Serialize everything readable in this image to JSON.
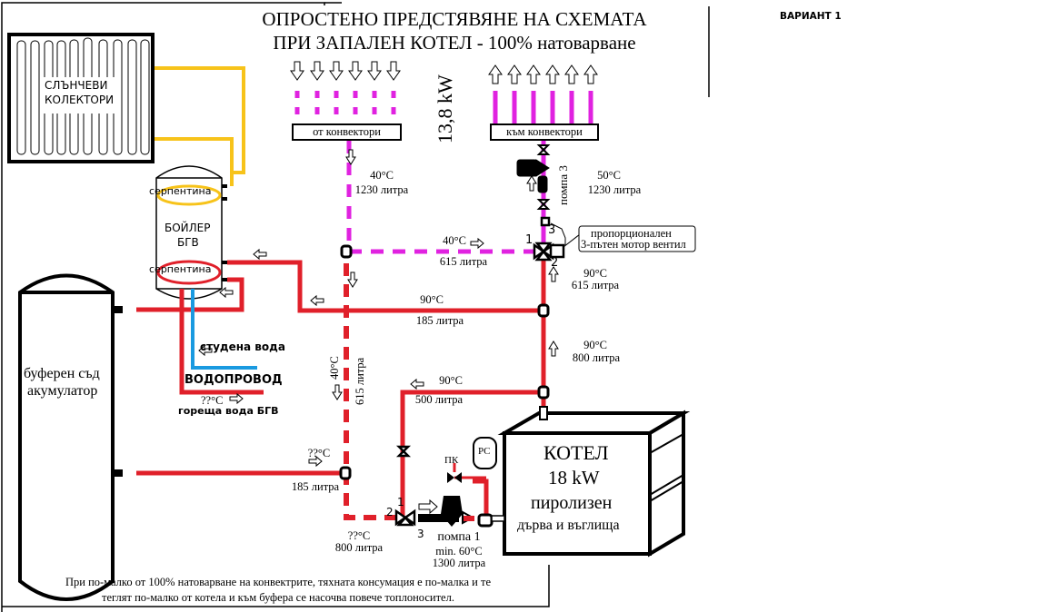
{
  "title": {
    "line1": "ОПРОСТЕНО ПРЕДСТЯВЯНЕ НА СХЕМАТА",
    "line2": "ПРИ ЗАПАЛЕН КОТЕЛ - 100% натоварване"
  },
  "variant": "ВАРИАНТ 1",
  "colors": {
    "hot_pipe": "#e0202a",
    "convector_pipe": "#e022e0",
    "solar_pipe": "#f7c31a",
    "cold_water": "#1a9ae0",
    "outline": "#000000"
  },
  "components": {
    "solar_collectors": {
      "line1": "СЛЪНЧЕВИ",
      "line2": "КОЛЕКТОРИ"
    },
    "boiler": {
      "line1": "БОЙЛЕР",
      "line2": "БГВ",
      "coil_top": "серпентина",
      "coil_bottom": "серпентина"
    },
    "buffer": {
      "line1": "буферен съд",
      "line2": "акумулатор"
    },
    "kotel": {
      "line1": "КОТЕЛ",
      "line2": "18 kW",
      "line3": "пиролизен",
      "line4": "дърва и въглища"
    },
    "from_convectors": "от конвектори",
    "to_convectors": "към конвектори",
    "power": "13,8 kW",
    "pump3": "помпа 3",
    "valve_label": {
      "line1": "пропорционален",
      "line2": "3-пътен мотор вентил"
    },
    "pc": "PC",
    "pk": "ПК",
    "pump1": {
      "line1": "помпа 1",
      "line2": "min. 60°C",
      "line3": "1300 литра"
    }
  },
  "water": {
    "cold": "студена вода",
    "mains": "ВОДОПРОВОД",
    "hot_temp": "??°C",
    "hot": "гореща вода БГВ"
  },
  "flows": {
    "return_conv": {
      "temp": "40°C",
      "volume": "1230 литра"
    },
    "supply_conv": {
      "temp": "50°C",
      "volume": "1230 литра"
    },
    "bypass": {
      "temp": "40°C",
      "volume": "615 литра"
    },
    "valve_port2": {
      "temp": "90°C",
      "volume": "615 литра"
    },
    "to_buffer_top": {
      "temp": "90°C",
      "volume": "185 литра"
    },
    "from_kotel": {
      "temp": "90°C",
      "volume": "800 литра"
    },
    "loop_500": {
      "temp": "90°C",
      "volume": "500 литра"
    },
    "vertical_return": {
      "temp": "40°C",
      "volume": "615 литра"
    },
    "buffer_bottom": {
      "temp": "??°C",
      "volume": "185 литра"
    },
    "return_bottom": {
      "temp": "??°C",
      "volume": "800 литра"
    }
  },
  "valve_ports": {
    "p1": "1",
    "p2": "2",
    "p3": "3",
    "m1": "1",
    "m2": "2",
    "m3": "3"
  },
  "note": {
    "line1": "При по-малко от 100% натоварване на конвектрите, тяхната консумация е по-малка и те",
    "line2": "теглят по-малко  от котела и към буфера се насочва повече топлоносител."
  }
}
